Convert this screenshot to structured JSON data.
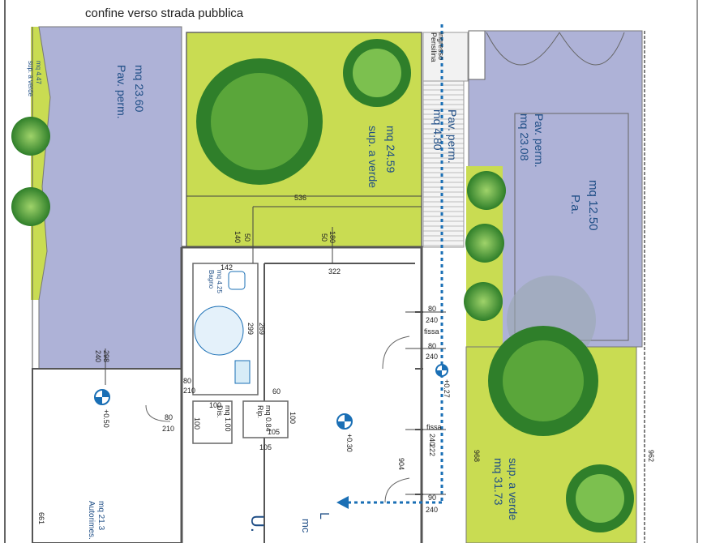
{
  "header": {
    "title": "confine verso strada pubblica"
  },
  "areas": {
    "pav_left": {
      "line1": "Pav. perm.",
      "line2": "mq 23.60"
    },
    "verde_strip": {
      "line1": "sup. a verde",
      "line2": "mq 4.47"
    },
    "verde_center": {
      "line1": "sup. a verde",
      "line2": "mq 24.59"
    },
    "pav_path": {
      "line1": "Pav. perm.",
      "line2": "mq 4.80"
    },
    "pav_right": {
      "line1": "Pav. perm.",
      "line2": "mq 23.08"
    },
    "pa": {
      "line1": "P.a.",
      "line2": "mq 12.50"
    },
    "verde_right": {
      "line1": "sup. a verde",
      "line2": "mq 31.73"
    },
    "bagno": {
      "line1": "Bagno",
      "line2": "mq 4.25"
    },
    "dis": {
      "line1": "Dis.",
      "line2": "mq 1.00"
    },
    "rip": {
      "line1": "Rip.",
      "line2": "mq 0.84"
    },
    "autorimessa": {
      "line1": "Autorimes.",
      "line2": "mq 21.3"
    },
    "unit": {
      "label": "U.",
      "partial1": "L",
      "partial2": "mc"
    },
    "pensilina": {
      "line1": "Pensilina",
      "line2": "ingresso"
    }
  },
  "dimensions": {
    "d536": "536",
    "d140": "140",
    "d50a": "50",
    "d180": "180",
    "d50b": "50",
    "d142": "142",
    "d322": "322",
    "d269": "269",
    "d299": "299",
    "d80a": "80",
    "d240a": "240",
    "fissa1": "fissa",
    "d80b": "80",
    "d240b": "240",
    "d298": "298",
    "d240c": "240",
    "d80c": "80",
    "d210a": "210",
    "d210b": "210",
    "d60": "60",
    "d80d": "80",
    "d100a": "100",
    "d100b": "100",
    "d100c": "100",
    "d105a": "105",
    "d105b": "105",
    "fissa2": "fissa",
    "d240d": "240",
    "d222": "222",
    "d904": "904",
    "d90": "90",
    "d240e": "240",
    "d968": "968",
    "d962": "962",
    "d661": "661"
  },
  "levels": {
    "l050": "+0.50",
    "l030": "+0.30",
    "l027": "+0.27"
  },
  "colors": {
    "pavement": "#aeb2d7",
    "green": "#c9dc52",
    "tree_dark": "#2f7f2a",
    "tree_light": "#9fd36a",
    "label": "#1f4e86",
    "path_dots": "#1a6fb5"
  }
}
